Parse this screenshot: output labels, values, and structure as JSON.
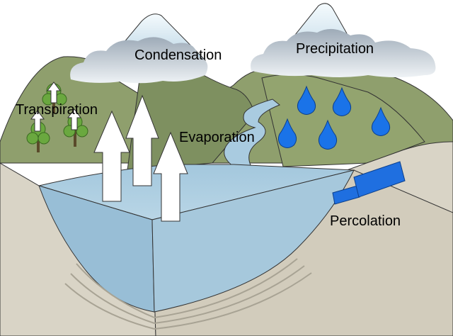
{
  "labels": {
    "condensation": "Condensation",
    "precipitation": "Precipitation",
    "transpiration": "Transpiration",
    "evaporation": "Evaporation",
    "percolation": "Percolation"
  },
  "colors": {
    "water": "#a9cbe0",
    "water_front": "#98bed6",
    "ground": "#d9d4c6",
    "ground_dark": "#c8c2b2",
    "strata": "#a8a394",
    "hill": "#8c9d6b",
    "hill_dark": "#74865a",
    "mountain": "#cfe3ee",
    "cloud": "#b8c4ce",
    "drop": "#1a73e8",
    "pipe": "#1f6fe0",
    "tree": "#6aa83f",
    "arrow": "#ffffff"
  },
  "icons": [
    "cloud-icon",
    "raindrop-icon",
    "tree-icon",
    "up-arrow-icon",
    "pipe-icon"
  ]
}
